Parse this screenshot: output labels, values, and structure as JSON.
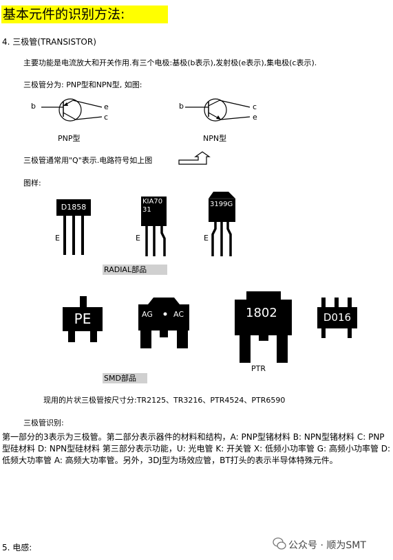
{
  "heading": "基本元件的识别方法:",
  "section4_title": "4. 三极管(TRANSISTOR)",
  "intro": "主要功能是电流放大和开关作用.有三个电极:基极(b表示),发射极(e表示),集电极(c表示).",
  "types_line": "三极管分为: PNP型和NPN型, 如图:",
  "pnp": {
    "b": "b",
    "e": "e",
    "c": "c",
    "label": "PNP型"
  },
  "npn": {
    "b": "b",
    "c": "c",
    "e": "e",
    "label": "NPN型"
  },
  "symbol_line": "三极管通常用\"Q\"表示.电路符号如上图",
  "sample_label": "图样:",
  "radial": {
    "parts": [
      {
        "marking": "D1858",
        "pin_label": "E"
      },
      {
        "marking": "KIA70\n31",
        "pin_label": "E"
      },
      {
        "marking": "3199G",
        "pin_label": "E"
      }
    ],
    "caption": "RADIAL部品"
  },
  "smd": {
    "parts": [
      {
        "marking": "PE"
      },
      {
        "marking_left": "AG",
        "marking_right": "AC"
      },
      {
        "marking": "1802",
        "label": "PTR"
      },
      {
        "marking": "D016"
      }
    ],
    "caption": "SMD部品"
  },
  "sizes_line": "现用的片状三极管按尺寸分:TR2125、TR3216、PTR4524、PTR6590",
  "identify_title": "三极管识别:",
  "identify_text": "第一部分的3表示为三极管。第二部分表示器件的材料和结构，A:  PNP型锗材料 B:  NPN型锗材料 C:  PNP型硅材料 D:  NPN型硅材料 第三部分表示功能，U: 光电管 K: 开关管 X: 低频小功率管 G: 高频小功率管 D: 低频大功率管 A: 高频大功率管。另外，3DJ型为场效应管，BT打头的表示半导体特殊元件。",
  "section5_title": "5. 电感:",
  "watermark": "公众号 · 顺为SMT"
}
